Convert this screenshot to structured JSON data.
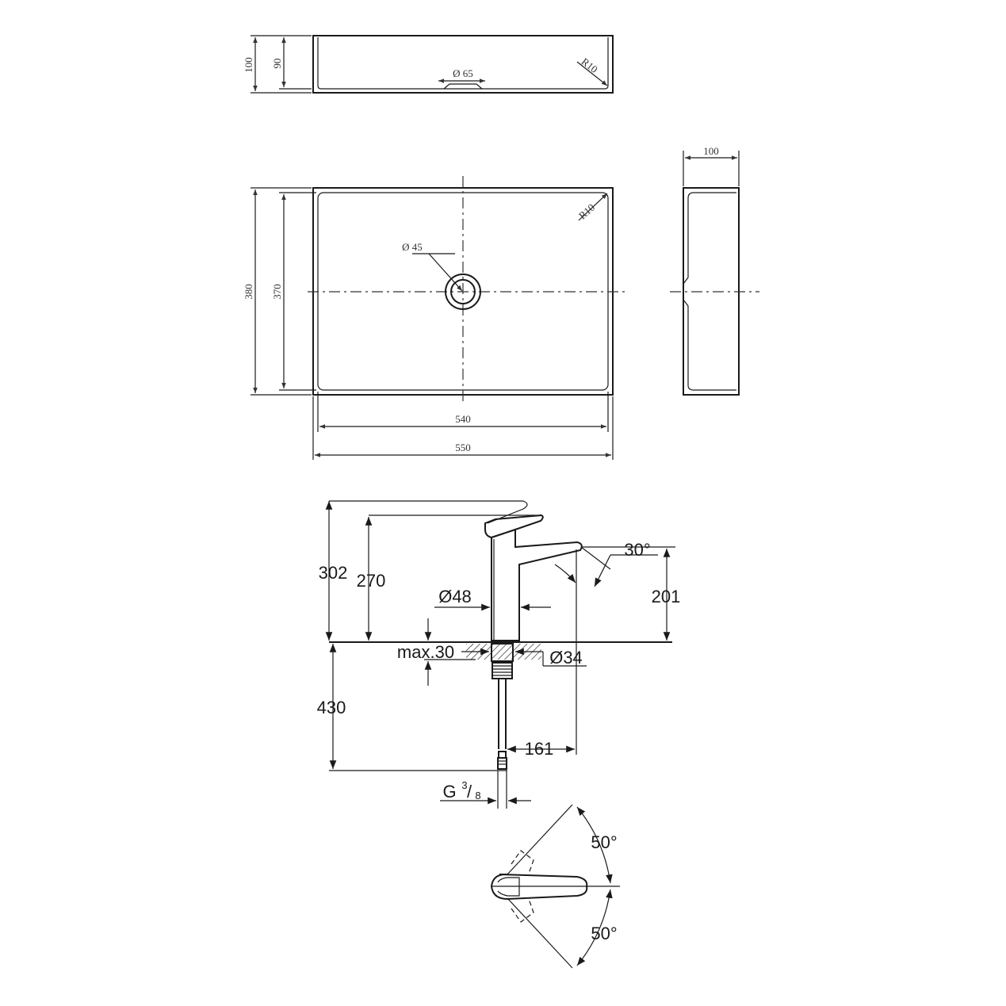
{
  "basin_side": {
    "height_outer": "100",
    "height_inner": "90",
    "drain_diameter": "Ø 65",
    "radius": "R10"
  },
  "basin_top": {
    "depth_outer": "380",
    "depth_inner": "370",
    "drain_diameter": "Ø 45",
    "radius": "R10",
    "width_inner": "540",
    "width_outer": "550"
  },
  "basin_end": {
    "width": "100"
  },
  "faucet": {
    "height_total": "302",
    "height_spout": "270",
    "spout_angle": "30°",
    "spout_height": "201",
    "body_diameter": "Ø48",
    "max_deck": "max.30",
    "hole_diameter": "Ø34",
    "below_deck": "430",
    "reach": "161",
    "thread": "G",
    "thread_num": "3",
    "thread_den": "8"
  },
  "lever": {
    "angle_up": "50°",
    "angle_down": "50°"
  }
}
